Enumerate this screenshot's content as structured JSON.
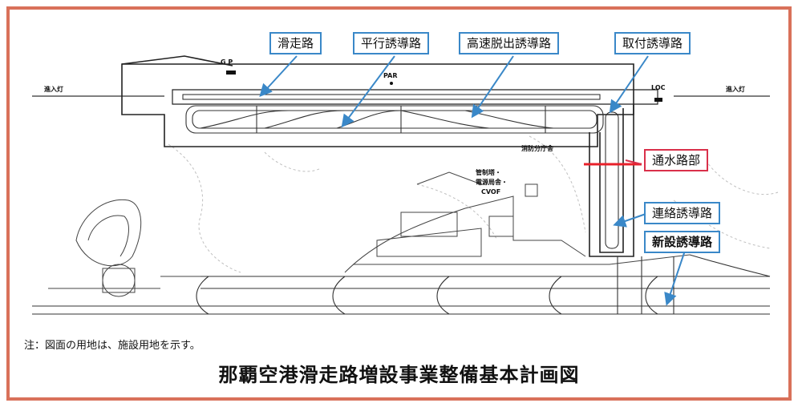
{
  "labels": {
    "runway": "滑走路",
    "parallel_taxiway": "平行誘導路",
    "high_speed_exit_taxiway": "高速脱出誘導路",
    "access_taxiway": "取付誘導路",
    "waterway_section": "通水路部",
    "connecting_taxiway": "連絡誘導路",
    "new_taxiway": "新設誘導路"
  },
  "map_text": {
    "approach_light_left": "進入灯",
    "approach_light_right": "進入灯",
    "gp": "G P",
    "par": "PAR",
    "loc": "LOC",
    "fire_station": "消防分庁舎",
    "control_tower_1": "管制塔・",
    "control_tower_2": "電源局舎・",
    "control_tower_3": "CVOF"
  },
  "colors": {
    "frame": "#d9715a",
    "label_border_blue": "#3a88c8",
    "label_border_red": "#d9304a",
    "waterway_line": "#e8202a",
    "arrow": "#3a88c8"
  },
  "note": "注：図面の用地は、施設用地を示す。",
  "title": "那覇空港滑走路増設事業整備基本計画図"
}
